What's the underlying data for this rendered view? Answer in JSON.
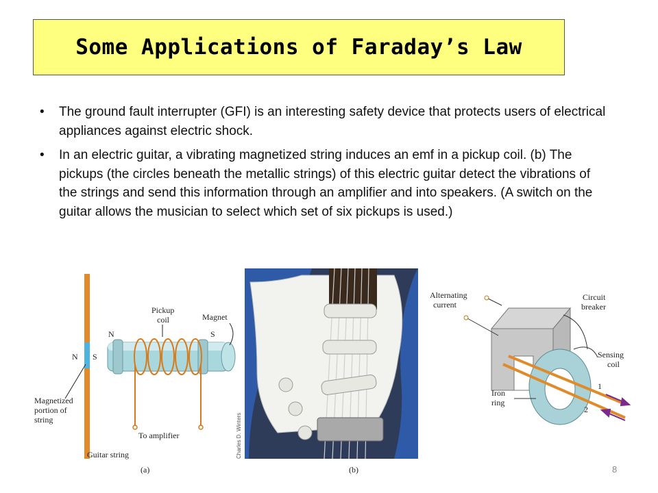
{
  "slide": {
    "title": "Some Applications of Faraday’s Law",
    "bullets": [
      "The ground fault interrupter (GFI) is an interesting safety device that protects users of electrical appliances against electric shock.",
      "In an electric guitar, a vibrating magnetized string induces an emf in a pickup coil. (b) The pickups (the circles beneath the metallic strings) of this electric guitar detect the vibrations of the strings and send this information through an amplifier and into speakers. (A switch on the guitar allows the musician to select which set of six pickups is used.)"
    ],
    "bullet_marker": "•",
    "page_number": "8"
  },
  "figure_a": {
    "label_n_string": "N",
    "label_s_string": "S",
    "label_pickup": "Pickup",
    "label_coil": "coil",
    "label_magnet": "Magnet",
    "label_n_magnet": "N",
    "label_s_magnet": "S",
    "label_magnetized": "Magnetized",
    "label_portion_of": "portion of",
    "label_string": "string",
    "label_to_amplifier": "To amplifier",
    "label_guitar_string": "Guitar string",
    "caption": "(a)"
  },
  "figure_b": {
    "credit": "Charles D. Winters",
    "caption": "(b)"
  },
  "figure_c": {
    "label_alternating": "Alternating",
    "label_current": "current",
    "label_circuit": "Circuit",
    "label_breaker": "breaker",
    "label_sensing": "Sensing",
    "label_coil": "coil",
    "label_iron": "Iron",
    "label_ring": "ring",
    "label_1": "1",
    "label_2": "2"
  },
  "colors": {
    "title_bg": "#ffff7f",
    "string": "#e08a2a",
    "string_magnetized": "#4fb3e0",
    "coil": "#d97a1a",
    "magnet": "#9fd6dd",
    "guitar_body": "#2f5aa8",
    "pickguard": "#f2f2ef",
    "arrow": "#7a2a8a"
  }
}
